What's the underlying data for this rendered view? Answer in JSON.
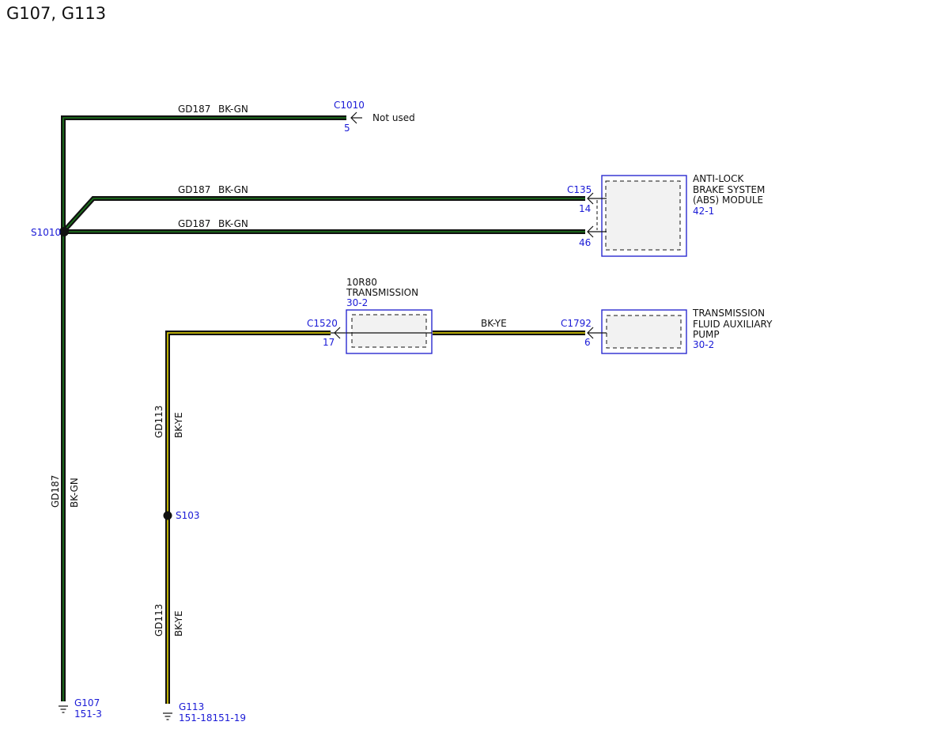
{
  "title": "G107, G113",
  "colors": {
    "wire_outline": "#111111",
    "bk_gn_stripe": "#1c7a1c",
    "bk_ye_stripe": "#e8d800",
    "reference_blue": "#1a1ad6"
  },
  "wires": {
    "top": {
      "circuit": "GD187",
      "color": "BK-GN"
    },
    "abs_14": {
      "circuit": "GD187",
      "color": "BK-GN"
    },
    "abs_46": {
      "circuit": "GD187",
      "color": "BK-GN"
    },
    "trunk_gd187": {
      "circuit": "GD187",
      "color": "BK-GN"
    },
    "trans_link": {
      "color": "BK-YE"
    },
    "gd113_upper": {
      "circuit": "GD113",
      "color": "BK-YE"
    },
    "gd113_lower": {
      "circuit": "GD113",
      "color": "BK-YE"
    }
  },
  "connectors": {
    "c1010": {
      "id": "C1010",
      "pin": "5",
      "note": "Not used"
    },
    "c135": {
      "id": "C135",
      "pin_a": "14",
      "pin_b": "46"
    },
    "c1520": {
      "id": "C1520",
      "pin": "17"
    },
    "c1792": {
      "id": "C1792",
      "pin": "6"
    }
  },
  "splices": {
    "s1010": "S1010",
    "s103": "S103"
  },
  "components": {
    "abs": {
      "line1": "ANTI-LOCK",
      "line2": "BRAKE SYSTEM",
      "line3": "(ABS) MODULE",
      "ref": "42-1"
    },
    "transmission": {
      "line1": "10R80",
      "line2": "TRANSMISSION",
      "ref": "30-2"
    },
    "pump": {
      "line1": "TRANSMISSION",
      "line2": "FLUID AUXILIARY",
      "line3": "PUMP",
      "ref": "30-2"
    }
  },
  "grounds": {
    "g107": {
      "id": "G107",
      "ref": "151-3"
    },
    "g113": {
      "id": "G113",
      "ref": "151-18151-19"
    }
  }
}
